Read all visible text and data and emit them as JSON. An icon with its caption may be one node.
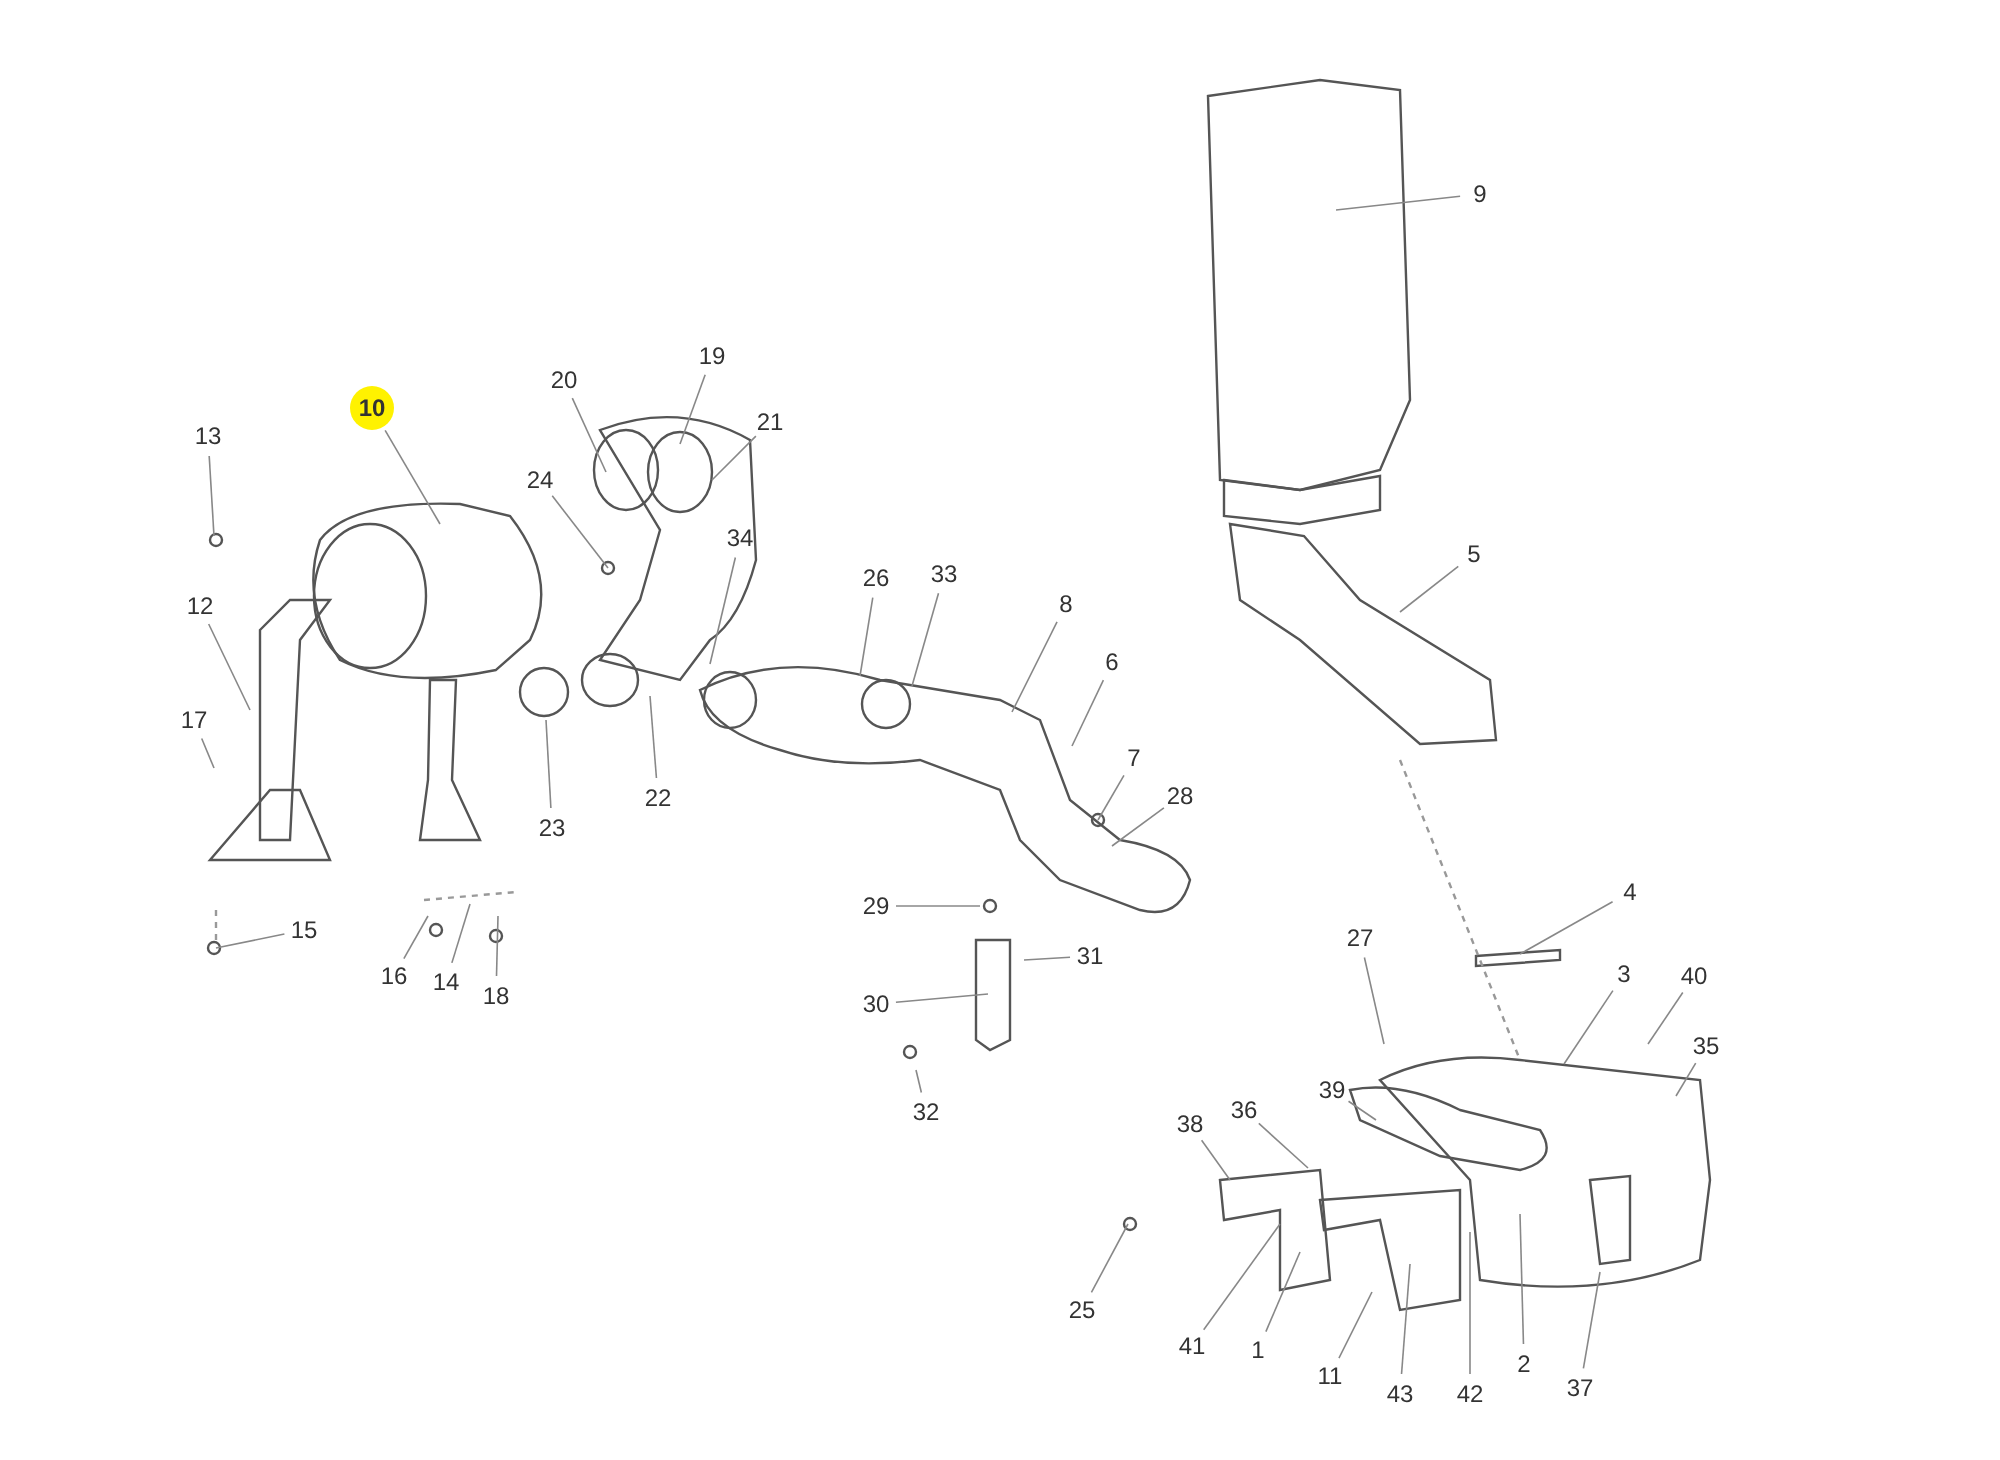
{
  "diagram": {
    "nodes": [
      {
        "text": [
          "9"
        ]
      },
      {
        "text": [
          "19"
        ]
      },
      {
        "text": [
          "20"
        ]
      },
      {
        "text": [
          "10"
        ]
      },
      {
        "text": [
          "21"
        ]
      },
      {
        "text": [
          "13"
        ]
      },
      {
        "text": [
          "24"
        ]
      },
      {
        "text": [
          "34"
        ]
      },
      {
        "text": [
          "5"
        ]
      },
      {
        "text": [
          "26"
        ]
      },
      {
        "text": [
          "33"
        ]
      },
      {
        "text": [
          "8"
        ]
      },
      {
        "text": [
          "12"
        ]
      },
      {
        "text": [
          "6"
        ]
      },
      {
        "text": [
          "17"
        ]
      },
      {
        "text": [
          "7"
        ]
      },
      {
        "text": [
          "28"
        ]
      },
      {
        "text": [
          "22"
        ]
      },
      {
        "text": [
          "23"
        ]
      },
      {
        "text": [
          "4"
        ]
      },
      {
        "text": [
          "29"
        ]
      },
      {
        "text": [
          "15"
        ]
      },
      {
        "text": [
          "27"
        ]
      },
      {
        "text": [
          "31"
        ]
      },
      {
        "text": [
          "16"
        ]
      },
      {
        "text": [
          "14"
        ]
      },
      {
        "text": [
          "40"
        ]
      },
      {
        "text": [
          "3"
        ]
      },
      {
        "text": [
          "18"
        ]
      },
      {
        "text": [
          "30"
        ]
      },
      {
        "text": [
          "35"
        ]
      },
      {
        "text": [
          "39"
        ]
      },
      {
        "text": [
          "36"
        ]
      },
      {
        "text": [
          "32"
        ]
      },
      {
        "text": [
          "38"
        ]
      },
      {
        "text": [
          "25"
        ]
      },
      {
        "text": [
          "41"
        ]
      },
      {
        "text": [
          "1"
        ]
      },
      {
        "text": [
          "2"
        ]
      },
      {
        "text": [
          "11"
        ]
      },
      {
        "text": [
          "37"
        ]
      },
      {
        "text": [
          "43"
        ]
      },
      {
        "text": [
          "42"
        ]
      }
    ],
    "edges": [
      {
        "from": 0,
        "to": null,
        "arrow": "none"
      },
      {
        "from": 1,
        "to": null,
        "arrow": "none"
      },
      {
        "from": 2,
        "to": null,
        "arrow": "none"
      },
      {
        "from": 3,
        "to": null,
        "arrow": "none"
      },
      {
        "from": 4,
        "to": null,
        "arrow": "none"
      },
      {
        "from": 5,
        "to": null,
        "arrow": "none"
      },
      {
        "from": 6,
        "to": null,
        "arrow": "none"
      },
      {
        "from": 7,
        "to": null,
        "arrow": "none"
      },
      {
        "from": 8,
        "to": null,
        "arrow": "none"
      },
      {
        "from": 9,
        "to": null,
        "arrow": "none"
      },
      {
        "from": 10,
        "to": null,
        "arrow": "none"
      },
      {
        "from": 11,
        "to": null,
        "arrow": "none"
      },
      {
        "from": 12,
        "to": null,
        "arrow": "none"
      },
      {
        "from": 13,
        "to": null,
        "arrow": "none"
      },
      {
        "from": 14,
        "to": null,
        "arrow": "none"
      },
      {
        "from": 15,
        "to": null,
        "arrow": "none"
      },
      {
        "from": 16,
        "to": null,
        "arrow": "none"
      },
      {
        "from": 17,
        "to": null,
        "arrow": "none"
      },
      {
        "from": 18,
        "to": null,
        "arrow": "none"
      },
      {
        "from": 19,
        "to": null,
        "arrow": "none"
      },
      {
        "from": 20,
        "to": null,
        "arrow": "none"
      },
      {
        "from": 21,
        "to": null,
        "arrow": "none"
      },
      {
        "from": 22,
        "to": null,
        "arrow": "none"
      },
      {
        "from": 23,
        "to": null,
        "arrow": "none"
      },
      {
        "from": 24,
        "to": null,
        "arrow": "none"
      },
      {
        "from": 25,
        "to": null,
        "arrow": "none"
      },
      {
        "from": 26,
        "to": null,
        "arrow": "none"
      },
      {
        "from": 27,
        "to": null,
        "arrow": "none"
      },
      {
        "from": 28,
        "to": null,
        "arrow": "none"
      },
      {
        "from": 29,
        "to": null,
        "arrow": "none"
      },
      {
        "from": 30,
        "to": null,
        "arrow": "none"
      },
      {
        "from": 31,
        "to": null,
        "arrow": "none"
      },
      {
        "from": 32,
        "to": null,
        "arrow": "none"
      },
      {
        "from": 33,
        "to": null,
        "arrow": "none"
      },
      {
        "from": 34,
        "to": null,
        "arrow": "none"
      },
      {
        "from": 35,
        "to": null,
        "arrow": "none"
      },
      {
        "from": 36,
        "to": null,
        "arrow": "none"
      },
      {
        "from": 37,
        "to": null,
        "arrow": "none"
      },
      {
        "from": 38,
        "to": null,
        "arrow": "none"
      },
      {
        "from": 39,
        "to": null,
        "arrow": "none"
      },
      {
        "from": 40,
        "to": null,
        "arrow": "none"
      },
      {
        "from": 41,
        "to": null,
        "arrow": "none"
      },
      {
        "from": 42,
        "to": null,
        "arrow": "none"
      }
    ]
  }
}
